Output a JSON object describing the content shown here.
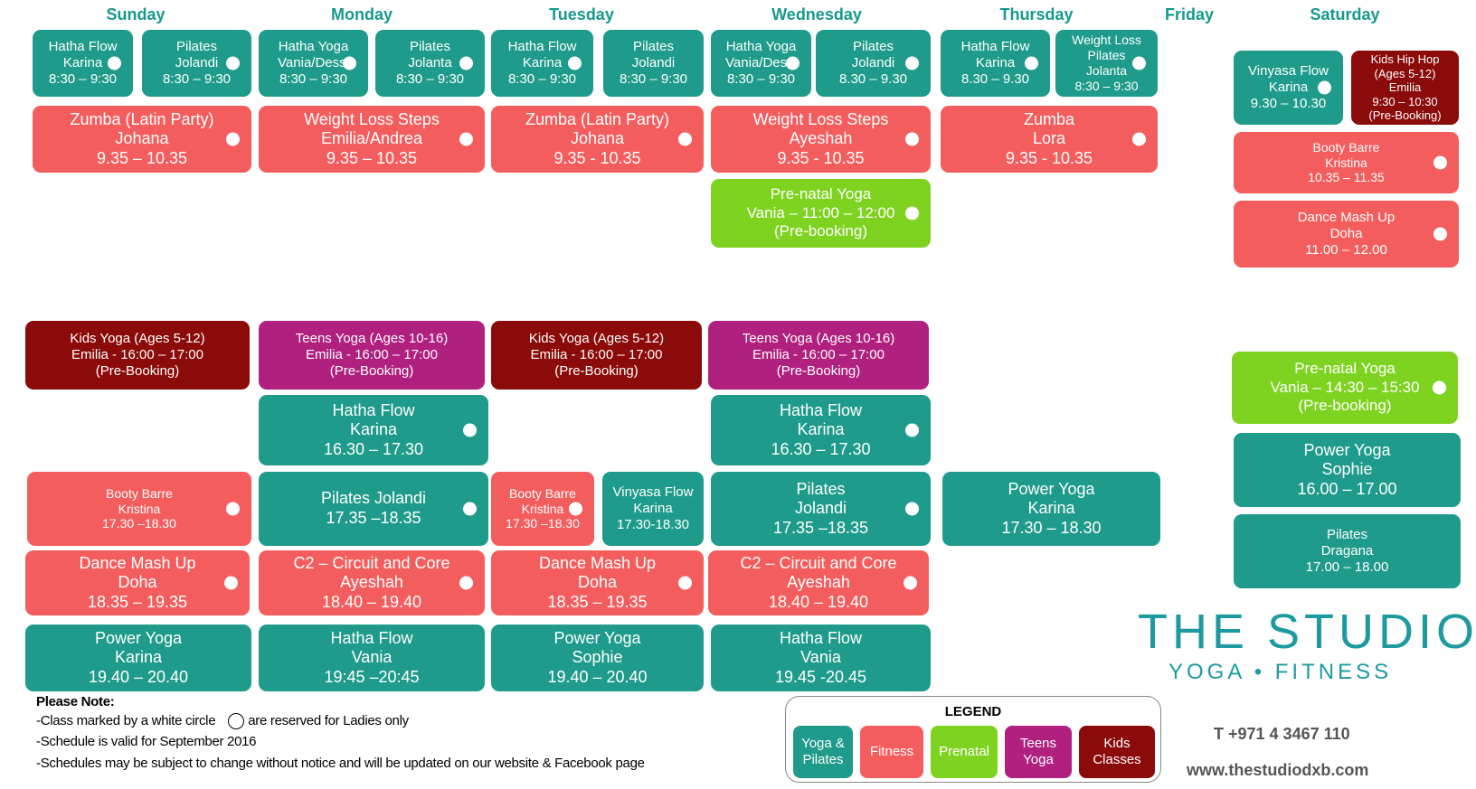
{
  "days": [
    "Sunday",
    "Monday",
    "Tuesday",
    "Wednesday",
    "Thursday",
    "Friday",
    "Saturday"
  ],
  "classes": [
    {
      "lines": [
        "Hatha  Flow",
        "Karina",
        "8:30 – 9:30"
      ]
    },
    {
      "lines": [
        "Pilates",
        "Jolandi",
        "8:30 – 9:30"
      ]
    },
    {
      "lines": [
        "Hatha  Yoga",
        "Vania/Dessi",
        "8:30 – 9:30"
      ]
    },
    {
      "lines": [
        "Pilates",
        "Jolanta",
        "8:30 – 9:30"
      ]
    },
    {
      "lines": [
        "Hatha Flow",
        "Karina",
        "8:30 – 9:30"
      ]
    },
    {
      "lines": [
        "Pilates",
        "Jolandi",
        "8:30 – 9:30"
      ]
    },
    {
      "lines": [
        "Hatha Yoga",
        "Vania/Dessi",
        "8:30 – 9:30"
      ]
    },
    {
      "lines": [
        "Pilates",
        "Jolandi",
        "8.30 – 9.30"
      ]
    },
    {
      "lines": [
        "Hatha Flow",
        "Karina",
        "8.30 – 9.30"
      ]
    },
    {
      "lines": [
        "Weight Loss",
        "Pilates",
        "Jolanta",
        "8:30 – 9:30"
      ]
    },
    {
      "lines": [
        "Vinyasa Flow",
        "Karina",
        "9.30 – 10.30"
      ]
    },
    {
      "lines": [
        "Kids Hip Hop",
        "(Ages 5-12)",
        "Emilia",
        "9:30 – 10:30",
        "(Pre-Booking)"
      ]
    },
    {
      "lines": [
        "Zumba  (Latin Party)",
        "Johana",
        "9.35 – 10.35"
      ]
    },
    {
      "lines": [
        "Weight Loss Steps",
        "Emilia/Andrea",
        "9.35 – 10.35"
      ]
    },
    {
      "lines": [
        "Zumba  (Latin Party)",
        "Johana",
        "9.35 - 10.35"
      ]
    },
    {
      "lines": [
        "Weight Loss Steps",
        "Ayeshah",
        "9.35 - 10.35"
      ]
    },
    {
      "lines": [
        "Zumba",
        "Lora",
        "9.35 - 10.35"
      ]
    },
    {
      "lines": [
        "Booty Barre",
        "Kristina",
        "10.35 – 11.35"
      ]
    },
    {
      "lines": [
        "Pre-natal Yoga",
        "Vania – 11:00 – 12:00",
        "(Pre-booking)"
      ]
    },
    {
      "lines": [
        "Dance Mash Up",
        "Doha",
        "11.00 – 12.00"
      ]
    },
    {
      "lines": [
        "Kids Yoga (Ages 5-12)",
        "Emilia  -  16:00 – 17:00",
        "(Pre-Booking)"
      ]
    },
    {
      "lines": [
        "Teens Yoga (Ages 10-16)",
        "Emilia - 16:00 – 17:00",
        "(Pre-Booking)"
      ]
    },
    {
      "lines": [
        "Kids Yoga (Ages 5-12)",
        "Emilia - 16:00 – 17:00",
        "(Pre-Booking)"
      ]
    },
    {
      "lines": [
        "Teens Yoga (Ages 10-16)",
        "Emilia - 16:00 – 17:00",
        "(Pre-Booking)"
      ]
    },
    {
      "lines": [
        "Pre-natal Yoga",
        "Vania – 14:30 – 15:30",
        "(Pre-booking)"
      ]
    },
    {
      "lines": [
        "Hatha Flow",
        "Karina",
        "16.30 – 17.30"
      ]
    },
    {
      "lines": [
        "Hatha Flow",
        "Karina",
        "16.30 – 17.30"
      ]
    },
    {
      "lines": [
        "Power Yoga",
        "Sophie",
        "16.00 – 17.00"
      ]
    },
    {
      "lines": [
        "Booty  Barre",
        "Kristina",
        "17.30 –18.30"
      ]
    },
    {
      "lines": [
        "Pilates Jolandi",
        "17.35 –18.35"
      ]
    },
    {
      "lines": [
        "Booty Barre",
        "Kristina",
        "17.30 –18.30"
      ]
    },
    {
      "lines": [
        "Vinyasa Flow",
        "Karina",
        "17.30-18.30"
      ]
    },
    {
      "lines": [
        "Pilates",
        "Jolandi",
        "17.35 –18.35"
      ]
    },
    {
      "lines": [
        "Power Yoga",
        "Karina",
        "17.30 – 18.30"
      ]
    },
    {
      "lines": [
        "Pilates",
        "Dragana",
        "17.00  – 18.00"
      ]
    },
    {
      "lines": [
        "Dance Mash Up",
        "Doha",
        "18.35 – 19.35"
      ]
    },
    {
      "lines": [
        "C2 – Circuit and Core",
        "Ayeshah",
        "18.40 – 19.40"
      ]
    },
    {
      "lines": [
        "Dance Mash Up",
        "Doha",
        "18.35 – 19.35"
      ]
    },
    {
      "lines": [
        "C2 – Circuit and Core",
        "Ayeshah",
        "18.40 – 19.40"
      ]
    },
    {
      "lines": [
        "Power Yoga",
        "Karina",
        "19.40 – 20.40"
      ]
    },
    {
      "lines": [
        "Hatha Flow",
        "Vania",
        "19:45 –20:45"
      ]
    },
    {
      "lines": [
        "Power Yoga",
        "Sophie",
        "19.40 – 20.40"
      ]
    },
    {
      "lines": [
        "Hatha Flow",
        "Vania",
        "19.45 -20.45"
      ]
    }
  ],
  "notes": {
    "title": "Please Note:",
    "line1_a": "-Class marked by a white circle",
    "line1_b": "are reserved for Ladies only",
    "line2": "-Schedule is valid for  September 2016",
    "line3": "-Schedules may be subject to change without notice and will be updated on our website & Facebook page"
  },
  "legend": {
    "title": "LEGEND",
    "items": [
      {
        "label": "Yoga &\nPilates",
        "color": "#1e9b8a"
      },
      {
        "label": "Fitness",
        "color": "#f45d5d"
      },
      {
        "label": "Prenatal",
        "color": "#7ed321"
      },
      {
        "label": "Teens\nYoga",
        "color": "#b0207e"
      },
      {
        "label": "Kids\nClasses",
        "color": "#8b0a0a"
      }
    ]
  },
  "brand": {
    "name": "THE STUDIO",
    "tagline": "YOGA • FITNESS"
  },
  "contact": {
    "phone": "T +971 4 3467 110",
    "website": "www.thestudiodxb.com"
  },
  "colors": {
    "yoga": "#1e9b8a",
    "fitness": "#f45d5d",
    "prenatal": "#7ed321",
    "teens": "#b0207e",
    "kids": "#8b0a0a",
    "heading": "#16998c"
  }
}
